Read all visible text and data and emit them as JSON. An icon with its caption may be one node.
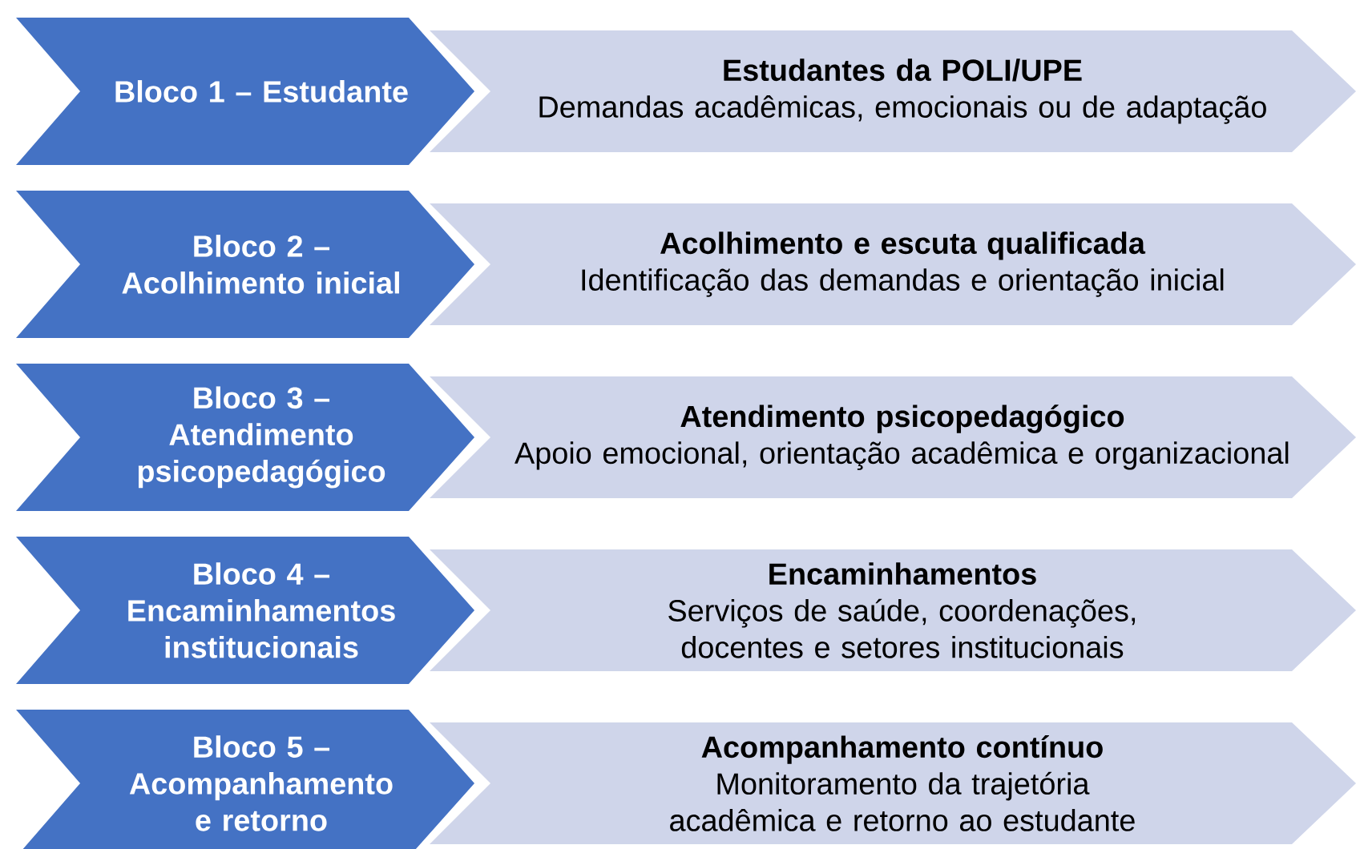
{
  "diagram": {
    "nodes": [
      {
        "text": [
          "Bloco 1 – Estudante"
        ]
      },
      {
        "text": [
          "Estudantes da POLI/UPE",
          "Demandas acadêmicas, emocionais ou de adaptação"
        ]
      },
      {
        "text": [
          "Bloco 2 – Acolhimento inicial"
        ]
      },
      {
        "text": [
          "Acolhimento e escuta qualificada",
          "Identificação das demandas e orientação inicial"
        ]
      },
      {
        "text": [
          "Bloco 3 – Atendimento psicopedagógico"
        ]
      },
      {
        "text": [
          "Atendimento psicopedagógico",
          "Apoio emocional, orientação acadêmica e organizacional"
        ]
      },
      {
        "text": [
          "Bloco 4 – Encaminhamentos institucionais"
        ]
      },
      {
        "text": [
          "Encaminhamentos",
          "Serviços de saúde, coordenações, docentes e setores institucionais"
        ]
      },
      {
        "text": [
          "Bloco 5 – Acompanhamento e retorno"
        ]
      },
      {
        "text": [
          "Acompanhamento contínuo",
          "Monitoramento da trajetória acadêmica e retorno ao estudante"
        ]
      }
    ]
  }
}
